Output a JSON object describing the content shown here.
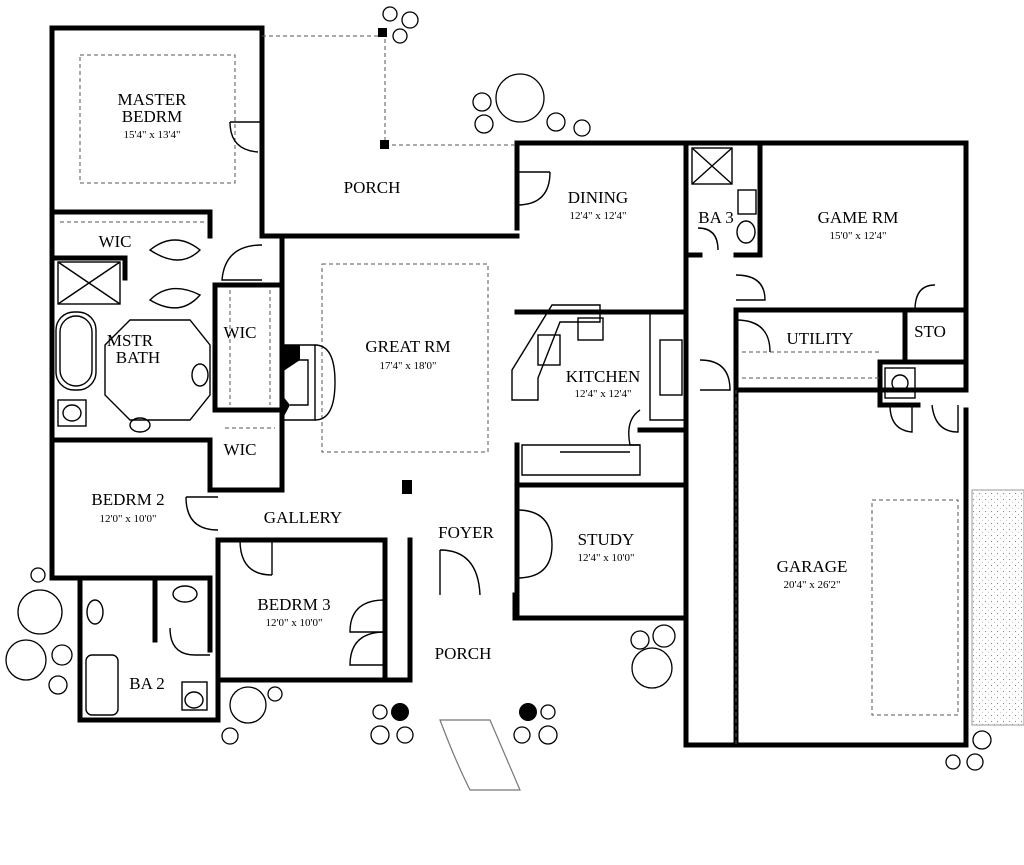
{
  "rooms": {
    "master_bedrm": {
      "name_line1": "MASTER",
      "name_line2": "BEDRM",
      "dim": "15'4\" x 13'4\""
    },
    "porch_rear": {
      "name": "PORCH"
    },
    "dining": {
      "name": "DINING",
      "dim": "12'4\" x 12'4\""
    },
    "ba3": {
      "name": "BA 3"
    },
    "game_rm": {
      "name": "GAME RM",
      "dim": "15'0\" x 12'4\""
    },
    "wic_master": {
      "name": "WIC"
    },
    "mstr_bath": {
      "name_line1": "MSTR",
      "name_line2": "BATH"
    },
    "wic_2": {
      "name": "WIC"
    },
    "great_rm": {
      "name": "GREAT RM",
      "dim": "17'4\" x 18'0\""
    },
    "kitchen": {
      "name": "KITCHEN",
      "dim": "12'4\" x 12'4\""
    },
    "utility": {
      "name": "UTILITY"
    },
    "sto": {
      "name": "STO"
    },
    "wic_3": {
      "name": "WIC"
    },
    "bedrm2": {
      "name": "BEDRM 2",
      "dim": "12'0\" x 10'0\""
    },
    "gallery": {
      "name": "GALLERY"
    },
    "foyer": {
      "name": "FOYER"
    },
    "study": {
      "name": "STUDY",
      "dim": "12'4\" x 10'0\""
    },
    "garage": {
      "name": "GARAGE",
      "dim": "20'4\" x 26'2\""
    },
    "bedrm3": {
      "name": "BEDRM 3",
      "dim": "12'0\" x 10'0\""
    },
    "porch_front": {
      "name": "PORCH"
    },
    "ba2": {
      "name": "BA 2"
    }
  }
}
